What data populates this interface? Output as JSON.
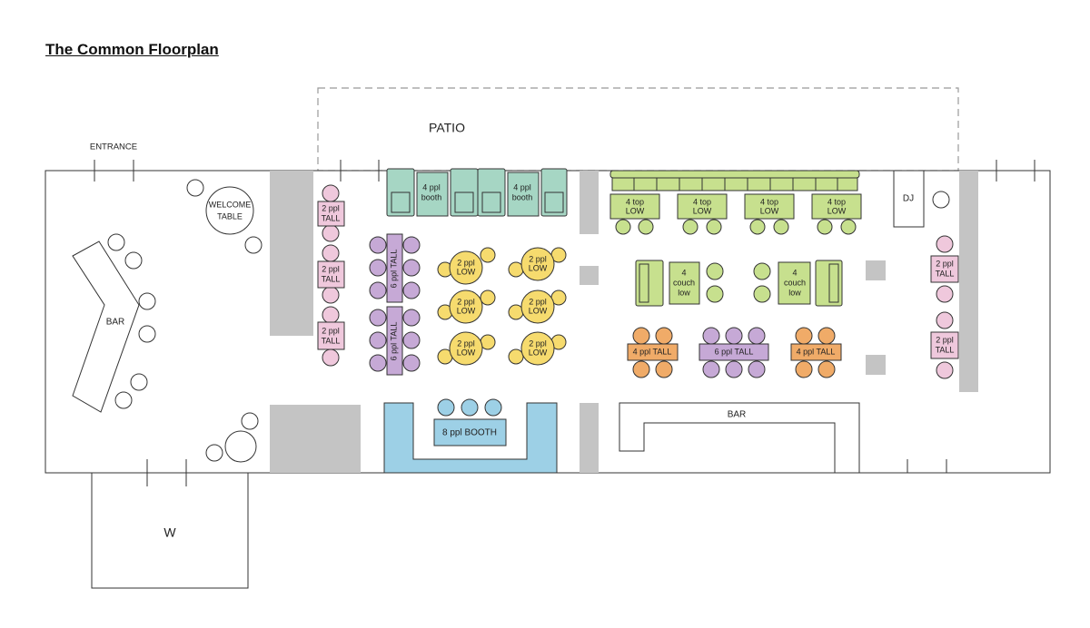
{
  "title": "The Common Floorplan",
  "labels": {
    "entrance": "ENTRANCE",
    "patio": "PATIO",
    "welcome_table": [
      "WELCOME",
      "TABLE"
    ],
    "bar_left": "BAR",
    "bar_right": "BAR",
    "dj": "DJ",
    "w": "W",
    "booth_4_a": [
      "4 ppl",
      "booth"
    ],
    "booth_4_b": [
      "4 ppl",
      "booth"
    ],
    "booth_8": "8 ppl BOOTH",
    "two_tall": [
      "2 ppl",
      "TALL"
    ],
    "six_tall": "6 ppl TALL",
    "two_low": [
      "2 ppl",
      "LOW"
    ],
    "four_top_low": [
      "4 top",
      "LOW"
    ],
    "four_couch_low": [
      "4",
      "couch",
      "low"
    ],
    "four_tall": "4 ppl TALL"
  },
  "colors": {
    "pink": "#efc8dc",
    "purple": "#c6a9d6",
    "yellow": "#f6db6e",
    "teal": "#a6d6c4",
    "lime": "#c7e08e",
    "orange": "#f0ab68",
    "blue": "#9dd0e6",
    "gray": "#c4c4c4",
    "stroke": "#333333"
  }
}
